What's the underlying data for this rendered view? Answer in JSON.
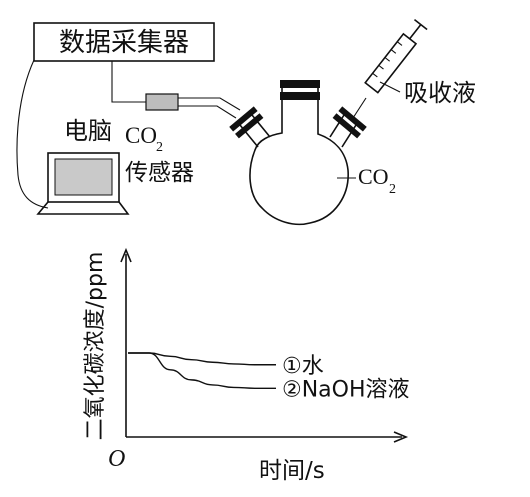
{
  "apparatus": {
    "collector_label": "数据采集器",
    "computer_label": "电脑",
    "sensor_label_line1": "CO",
    "sensor_label_sub": "2",
    "sensor_label_line2": "传感器",
    "absorbent_label": "吸收液",
    "flask_gas_label": "CO",
    "flask_gas_sub": "2"
  },
  "chart_data": {
    "type": "line",
    "ylabel": "二氧化碳浓度/ppm",
    "xlabel": "时间/s",
    "origin_label": "O",
    "series": [
      {
        "name": "①水",
        "x": [
          0,
          1,
          2,
          3,
          4,
          5,
          6,
          7
        ],
        "y": [
          1.0,
          1.0,
          0.96,
          0.92,
          0.89,
          0.87,
          0.86,
          0.86
        ]
      },
      {
        "name": "②NaOH溶液",
        "x": [
          0,
          1,
          2,
          3,
          4,
          5,
          6,
          7
        ],
        "y": [
          1.0,
          1.0,
          0.8,
          0.68,
          0.62,
          0.59,
          0.58,
          0.58
        ]
      }
    ]
  }
}
